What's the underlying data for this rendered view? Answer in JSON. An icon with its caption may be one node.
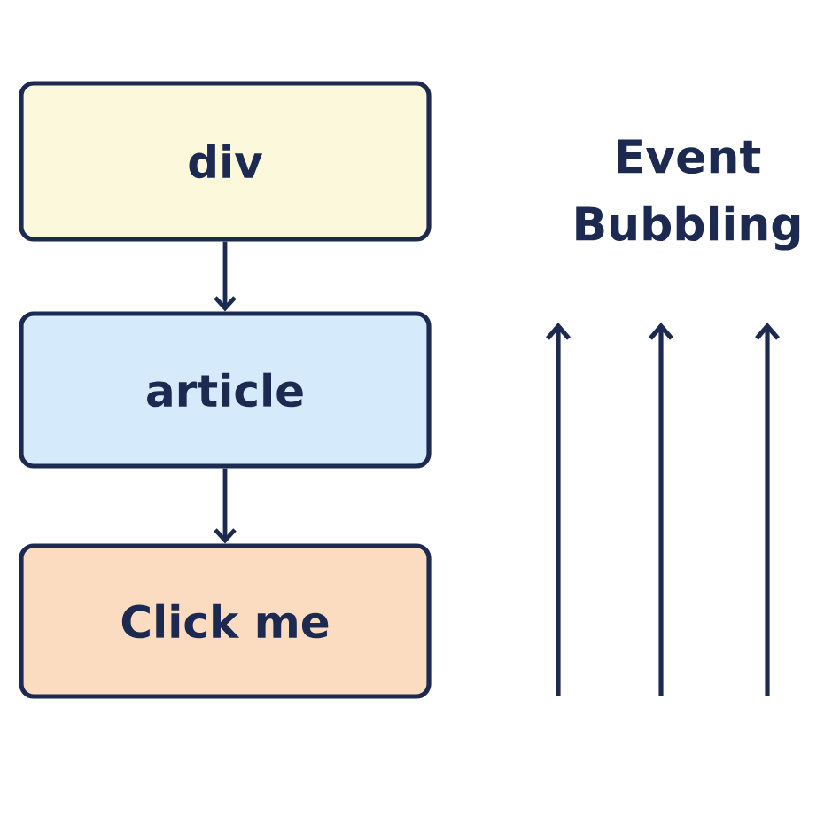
{
  "diagram": {
    "nodes": [
      {
        "text": [
          "div"
        ]
      },
      {
        "text": [
          "article"
        ]
      },
      {
        "text": [
          "Click me"
        ]
      }
    ],
    "edges": [
      {
        "from": 0,
        "to": 1,
        "arrow": "to"
      },
      {
        "from": 1,
        "to": 2,
        "arrow": "to"
      }
    ],
    "labels": [
      "Event Bubbling"
    ]
  }
}
